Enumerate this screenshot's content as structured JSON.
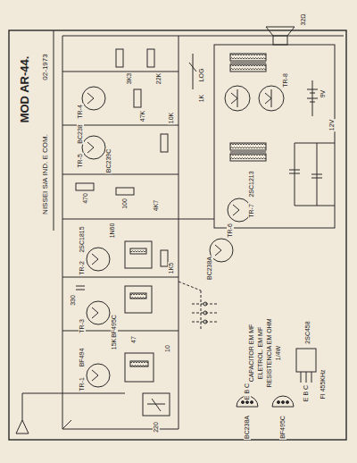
{
  "diagram": {
    "title": "MOD AR-44.",
    "labels": [
      "NISSEI S/A IND. E COM.",
      "02-1973",
      "TR-1",
      "BF494",
      "TR-2",
      "2SC1815",
      "TR-3",
      "BF495C",
      "TR-4",
      "BC238",
      "TR-5",
      "BC239C",
      "TR-6",
      "BC238A",
      "TR-7",
      "2SC1213",
      "TR-8",
      "3K3",
      "22K",
      "47K",
      "1K",
      "LOG",
      "10K",
      "470",
      "100",
      "4K7",
      "1K5",
      "330",
      "15K",
      "47",
      "10",
      "220",
      "1N60",
      "9V",
      "32Ω",
      "12V",
      "CAPACITOR EM MF",
      "ELETROL. EM MF",
      "RESISTENCIA EM OHM",
      "1/4W",
      "E B C",
      "FI 455KHz",
      "BC238A",
      "BF495C",
      "2SC458",
      "E B C"
    ]
  }
}
